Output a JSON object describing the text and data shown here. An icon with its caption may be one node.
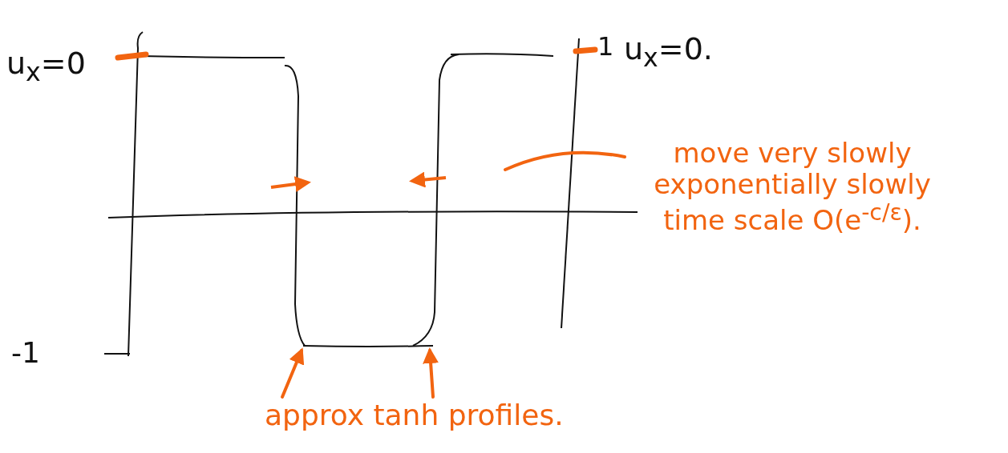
{
  "diagram": {
    "nodes": [
      {
        "text": [
          "move very slowly exponentially slowly time scale O(e$^{-c/ε}$)."
        ]
      },
      {
        "text": [
          "approx tanh profiles."
        ]
      },
      {
        "text": [],
        "shape": "picture"
      },
      {
        "text": [],
        "shape": "picture"
      }
    ],
    "edges": [
      {
        "from": 0,
        "to": null,
        "arrow": "none"
      },
      {
        "from": 1,
        "to": 2,
        "arrow": "to"
      },
      {
        "from": 1,
        "to": 3,
        "arrow": "to"
      }
    ],
    "labels": [
      "u$_{x}$=0",
      "1",
      "u$_{x}$=0.",
      "-1"
    ]
  }
}
